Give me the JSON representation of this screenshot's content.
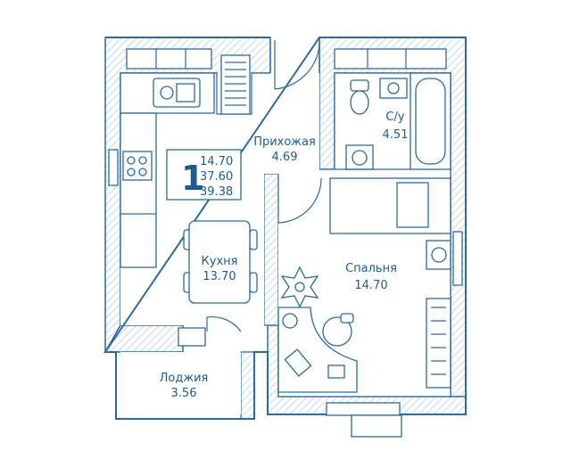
{
  "summary": {
    "rooms_count": "1",
    "living_area": "14.70",
    "total_area": "37.60",
    "total_with_loggia": "39.38"
  },
  "rooms": {
    "hallway": {
      "name": "Прихожая",
      "area": "4.69"
    },
    "bathroom": {
      "name": "С/у",
      "area": "4.51"
    },
    "kitchen": {
      "name": "Кухня",
      "area": "13.70"
    },
    "bedroom": {
      "name": "Спальня",
      "area": "14.70"
    },
    "loggia": {
      "name": "Лоджия",
      "area": "3.56"
    }
  },
  "colors": {
    "accent": "#2a6aa0",
    "text": "#1f5b8e",
    "hatch": "#9fc0da"
  }
}
